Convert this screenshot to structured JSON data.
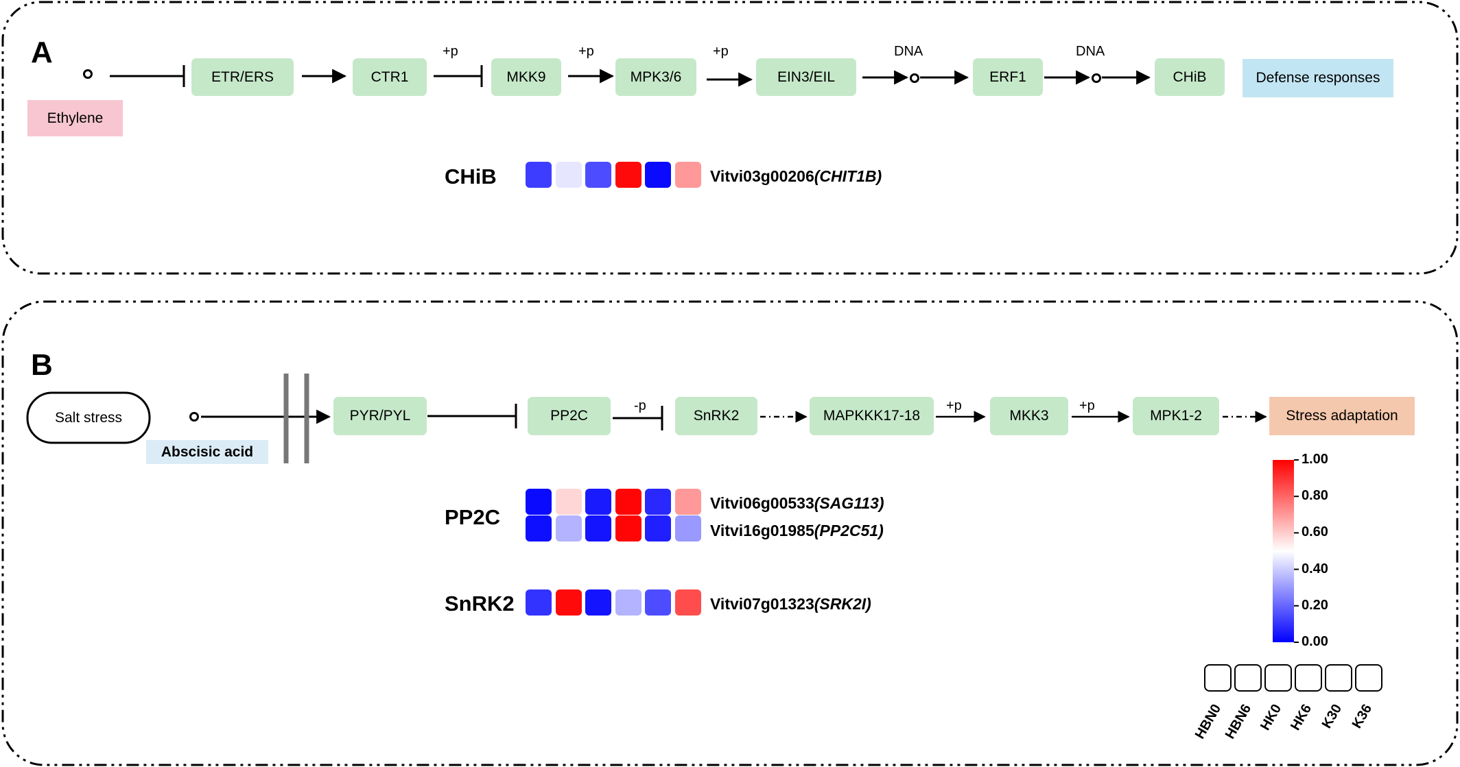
{
  "panel_a": {
    "letter": "A",
    "ligand": "Ethylene",
    "nodes": [
      "ETR/ERS",
      "CTR1",
      "MKK9",
      "MPK3/6",
      "EIN3/EIL",
      "ERF1",
      "CHiB"
    ],
    "output": "Defense responses",
    "edge_labels": {
      "ctr1_mkk9": "+p",
      "mkk9_mpk": "+p",
      "mpk_ein3": "+p",
      "ein3_erf1": "DNA",
      "erf1_chib": "DNA"
    },
    "genes": [
      {
        "name": "CHiB",
        "id": "Vitvi03g00206",
        "symbol": "(CHIT1B)",
        "values": [
          0.12,
          0.45,
          0.15,
          0.98,
          0.02,
          0.7
        ]
      }
    ]
  },
  "panel_b": {
    "letter": "B",
    "stimulus": "Salt stress",
    "ligand": "Abscisic acid",
    "nodes": [
      "PYR/PYL",
      "PP2C",
      "SnRK2",
      "MAPKKK17-18",
      "MKK3",
      "MPK1-2"
    ],
    "output": "Stress adaptation",
    "edge_labels": {
      "pp2c_snrk2": "-p",
      "mapkkk_mkk3": "+p",
      "mkk3_mpk": "+p"
    },
    "gene_groups": [
      {
        "name": "PP2C",
        "rows": [
          {
            "id": "Vitvi06g00533",
            "symbol": "(SAG113)",
            "values": [
              0.02,
              0.58,
              0.05,
              0.99,
              0.08,
              0.7
            ]
          },
          {
            "id": "Vitvi16g01985",
            "symbol": "(PP2C51)",
            "values": [
              0.03,
              0.35,
              0.04,
              0.99,
              0.06,
              0.3
            ]
          }
        ]
      },
      {
        "name": "SnRK2",
        "rows": [
          {
            "id": "Vitvi07g01323",
            "symbol": "(SRK2I)",
            "values": [
              0.1,
              0.98,
              0.04,
              0.35,
              0.15,
              0.85
            ]
          }
        ]
      }
    ]
  },
  "legend": {
    "ticks": [
      "1.00",
      "0.80",
      "0.60",
      "0.40",
      "0.20",
      "0.00"
    ],
    "samples": [
      "HBN0",
      "HBN6",
      "HK0",
      "HK6",
      "K30",
      "K36"
    ],
    "colors": {
      "low": "#0000ff",
      "mid": "#ffffff",
      "high": "#ff0000"
    }
  }
}
